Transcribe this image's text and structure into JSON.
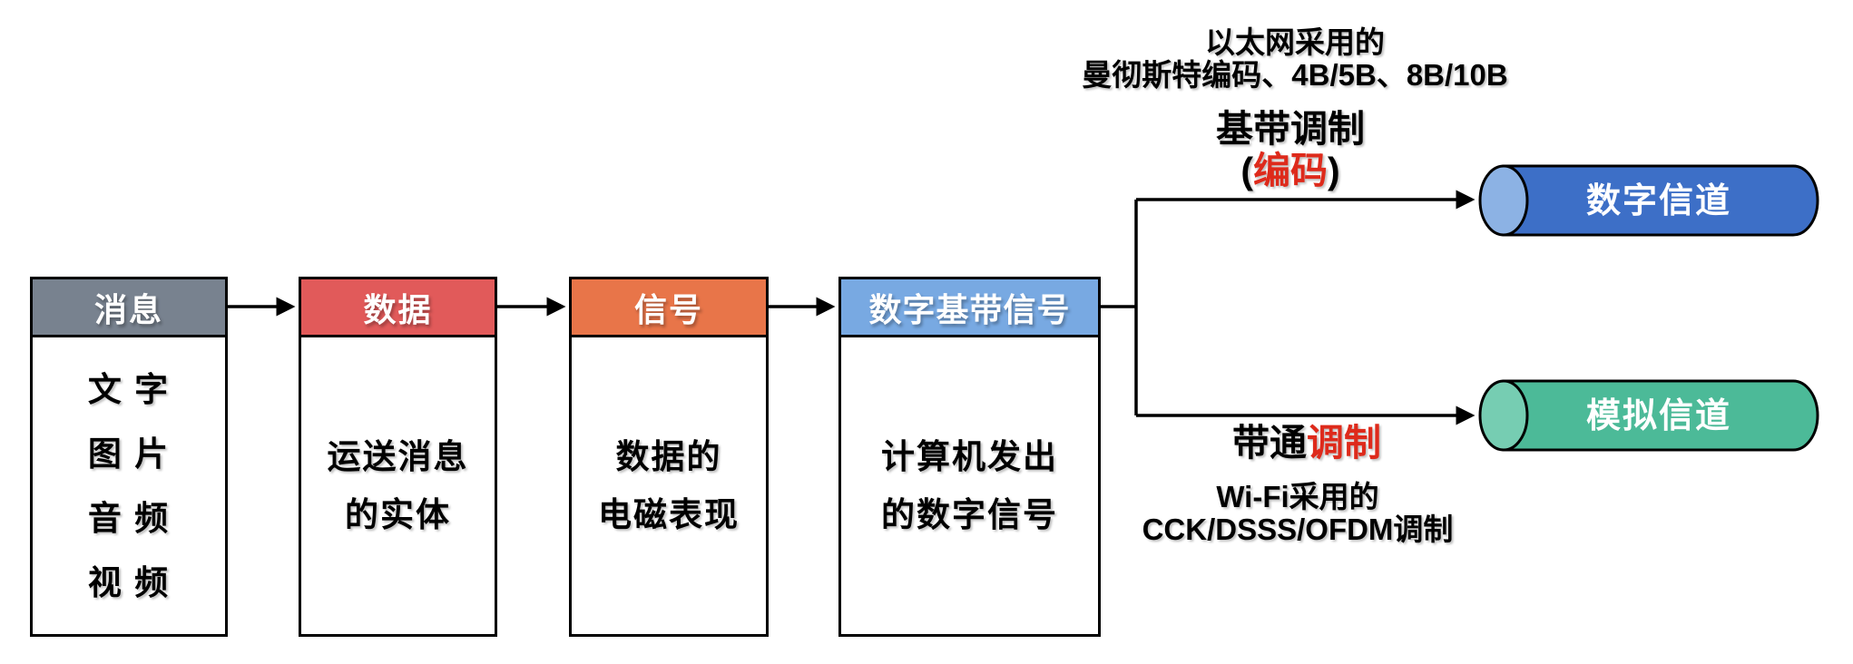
{
  "flow_boxes": [
    {
      "title": "消息",
      "header_color": "#78828F",
      "lines": [
        "文 字",
        "图 片",
        "音 频",
        "视 频"
      ]
    },
    {
      "title": "数据",
      "header_color": "#E15A5A",
      "lines": [
        "运送消息",
        "的实体"
      ]
    },
    {
      "title": "信号",
      "header_color": "#E87549",
      "lines": [
        "数据的",
        "电磁表现"
      ]
    },
    {
      "title": "数字基带信号",
      "header_color": "#78A9E2",
      "lines": [
        "计算机发出",
        "的数字信号"
      ]
    }
  ],
  "annotations": {
    "ethernet": {
      "line1": "以太网采用的",
      "line2": "曼彻斯特编码、4B/5B、8B/10B"
    },
    "baseband": {
      "title": "基带调制",
      "paren_open": "(",
      "highlight": "编码",
      "paren_close": ")"
    },
    "bandpass": {
      "prefix": "带通",
      "highlight": "调制"
    },
    "wifi": {
      "line1": "Wi-Fi采用的",
      "line2": "CCK/DSSS/OFDM调制"
    }
  },
  "channels": [
    {
      "label": "数字信道",
      "body_color": "#3D6FC7",
      "cap_color": "#8CB2E4"
    },
    {
      "label": "模拟信道",
      "body_color": "#4CBA98",
      "cap_color": "#76CDB2"
    }
  ],
  "colors": {
    "highlight_red": "#DE2A1B",
    "connector": "#000000"
  }
}
